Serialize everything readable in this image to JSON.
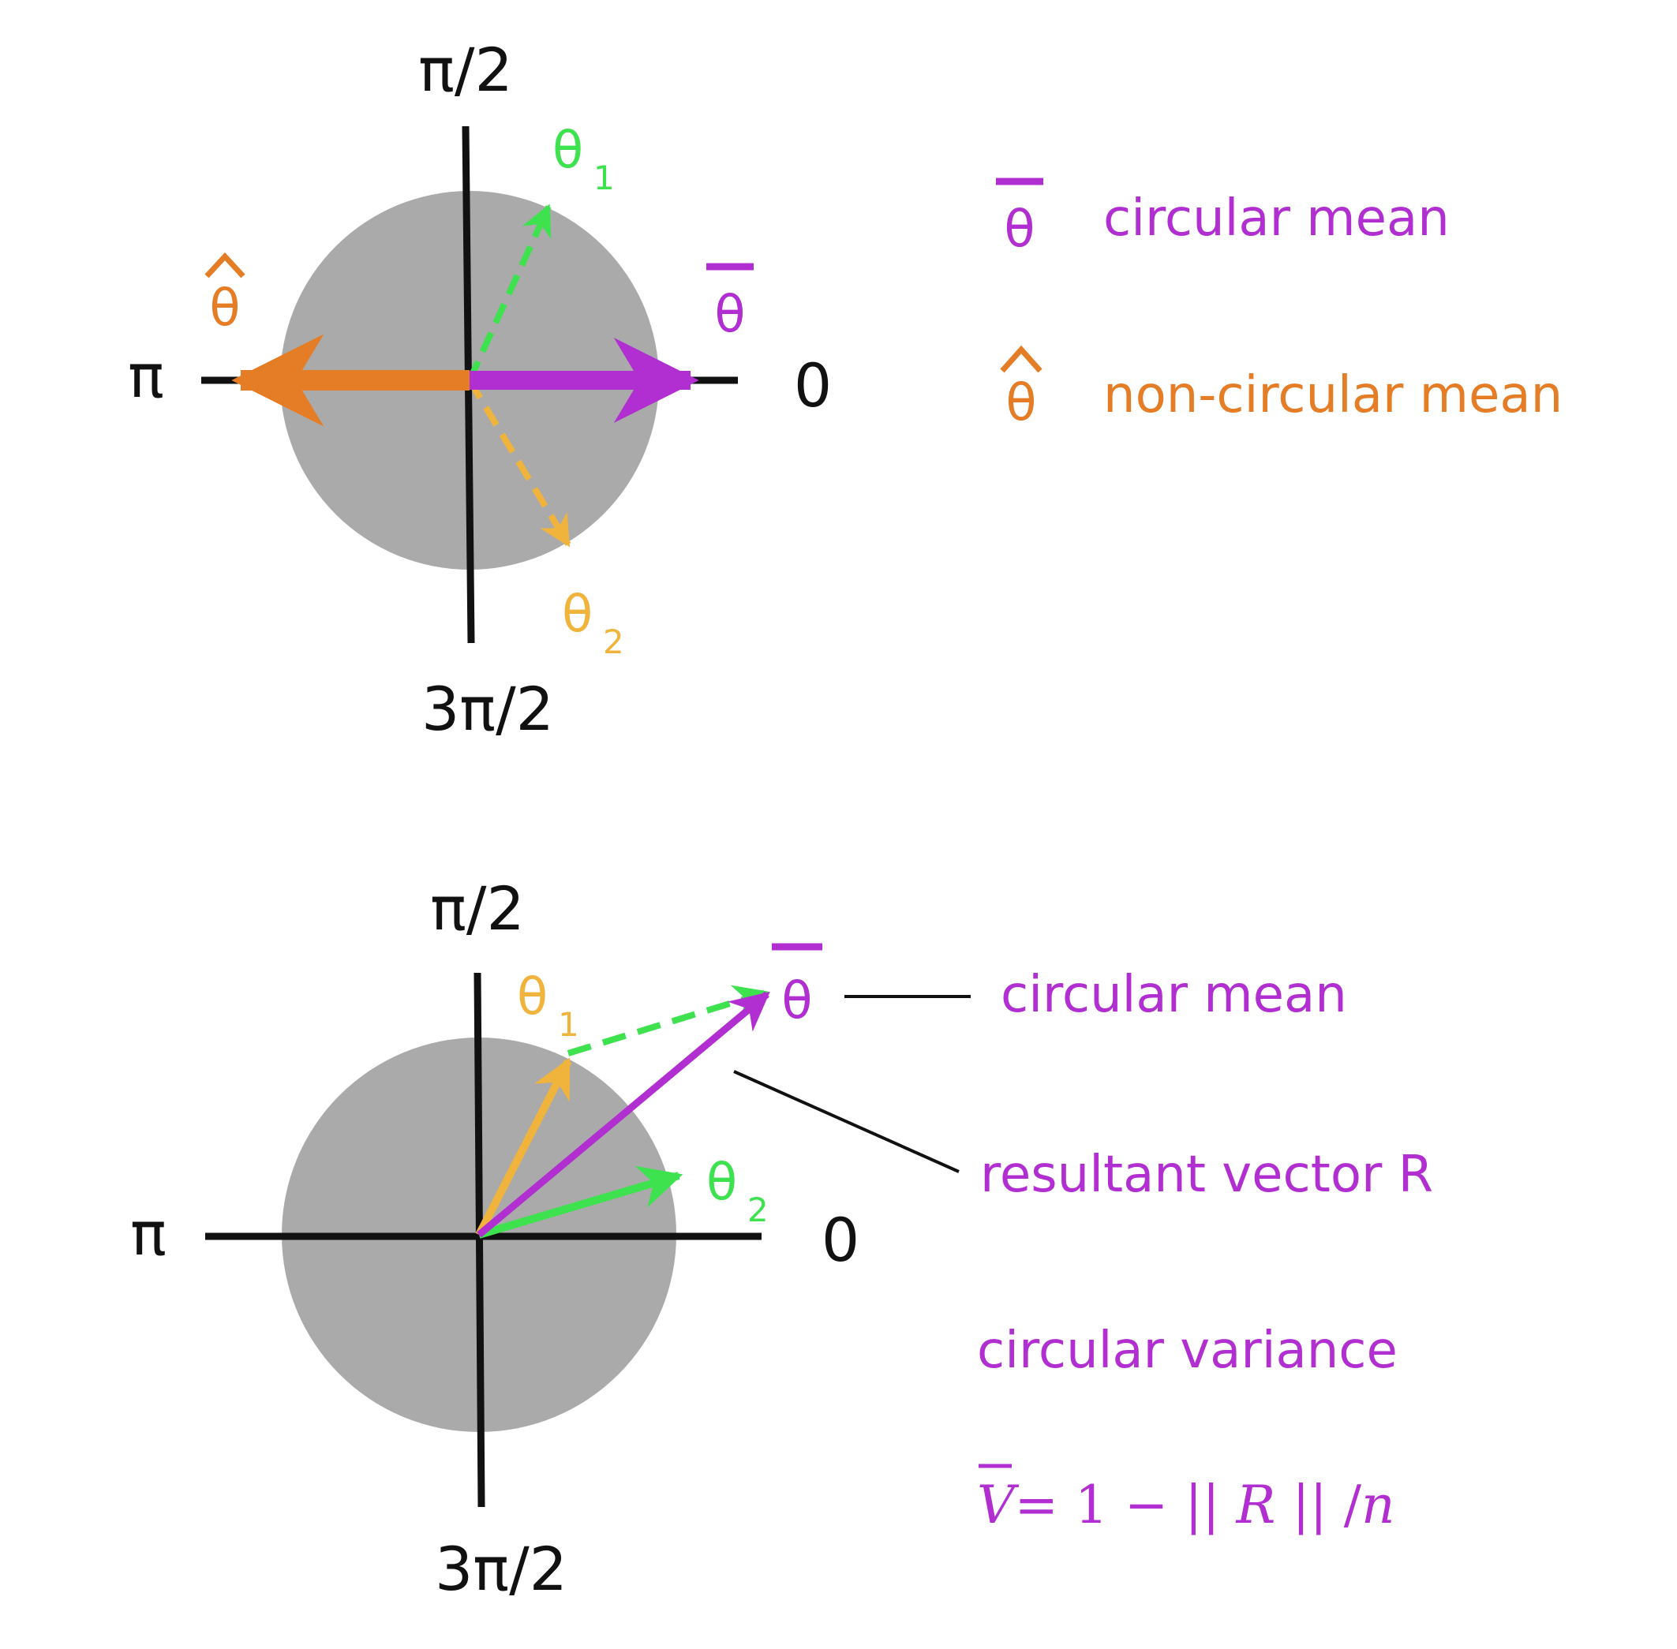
{
  "colors": {
    "circle": "#aaaaaa",
    "axis": "#111111",
    "purple": "#b12fd0",
    "orange": "#e47d25",
    "green": "#3de24e",
    "yellow": "#f0b43c"
  },
  "panel_top": {
    "axis_labels": {
      "top": "π/2",
      "left": "π",
      "right": "0",
      "bottom": "3π/2"
    },
    "theta_1": {
      "symbol": "θ",
      "subscript": "1"
    },
    "theta_2": {
      "symbol": "θ",
      "subscript": "2"
    },
    "theta_bar": "θ",
    "theta_hat": "θ",
    "legend": {
      "circular_mean_symbol": "θ",
      "circular_mean_label": "circular mean",
      "noncircular_mean_symbol": "θ",
      "noncircular_mean_label": "non-circular mean"
    }
  },
  "panel_bottom": {
    "axis_labels": {
      "top": "π/2",
      "left": "π",
      "right": "0",
      "bottom": "3π/2"
    },
    "theta_1": {
      "symbol": "θ",
      "subscript": "1"
    },
    "theta_2": {
      "symbol": "θ",
      "subscript": "2"
    },
    "theta_bar": "θ",
    "annotations": {
      "circular_mean": "circular mean",
      "resultant_vector": "resultant vector R",
      "circular_variance": "circular variance",
      "formula_parts": {
        "V": "V",
        "eq": "= 1 − || ",
        "R": "R",
        "tail": " || /",
        "n": "n"
      }
    }
  }
}
